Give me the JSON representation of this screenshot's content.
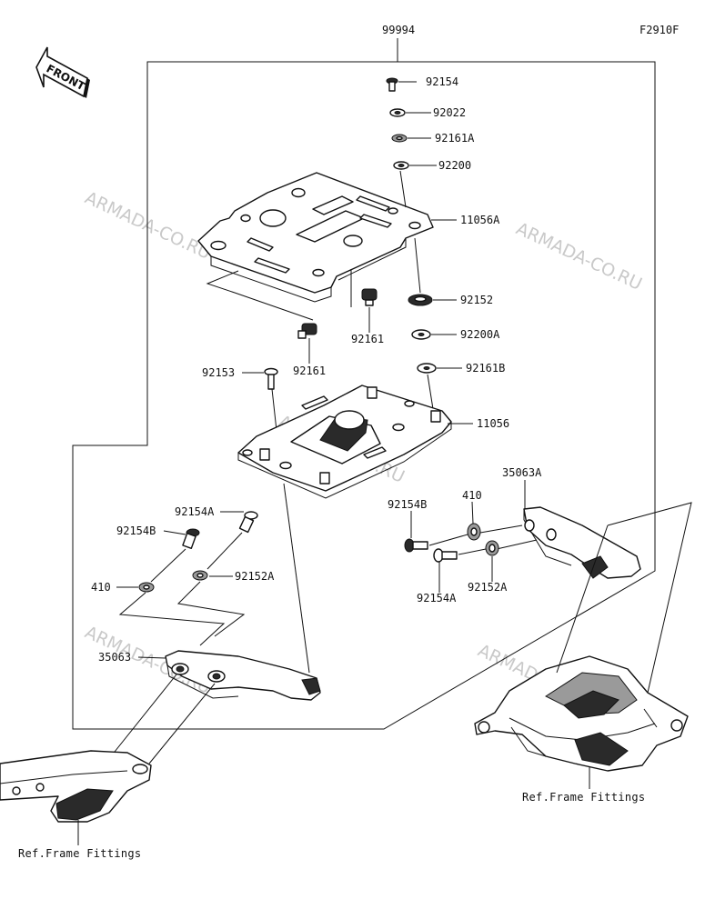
{
  "diagram": {
    "figure_code": "F2910F",
    "front_label": "FRONT",
    "assembly_label": "99994",
    "watermark": "ARMADA-CO.RU",
    "ref_frame_left": "Ref.Frame Fittings",
    "ref_frame_right": "Ref.Frame Fittings",
    "parts": {
      "p92154": "92154",
      "p92022": "92022",
      "p92161A": "92161A",
      "p92200": "92200",
      "p11056A": "11056A",
      "p92152": "92152",
      "p92200A": "92200A",
      "p92161B": "92161B",
      "p92161_center": "92161",
      "p92161_left": "92161",
      "p92153": "92153",
      "p11056": "11056",
      "p35063A": "35063A",
      "p410_right": "410",
      "p92154B_right": "92154B",
      "p92154A_right": "92154A",
      "p92152A_right": "92152A",
      "p92154A_left": "92154A",
      "p92154B_left": "92154B",
      "p410_left": "410",
      "p92152A_left": "92152A",
      "p35063": "35063"
    }
  }
}
